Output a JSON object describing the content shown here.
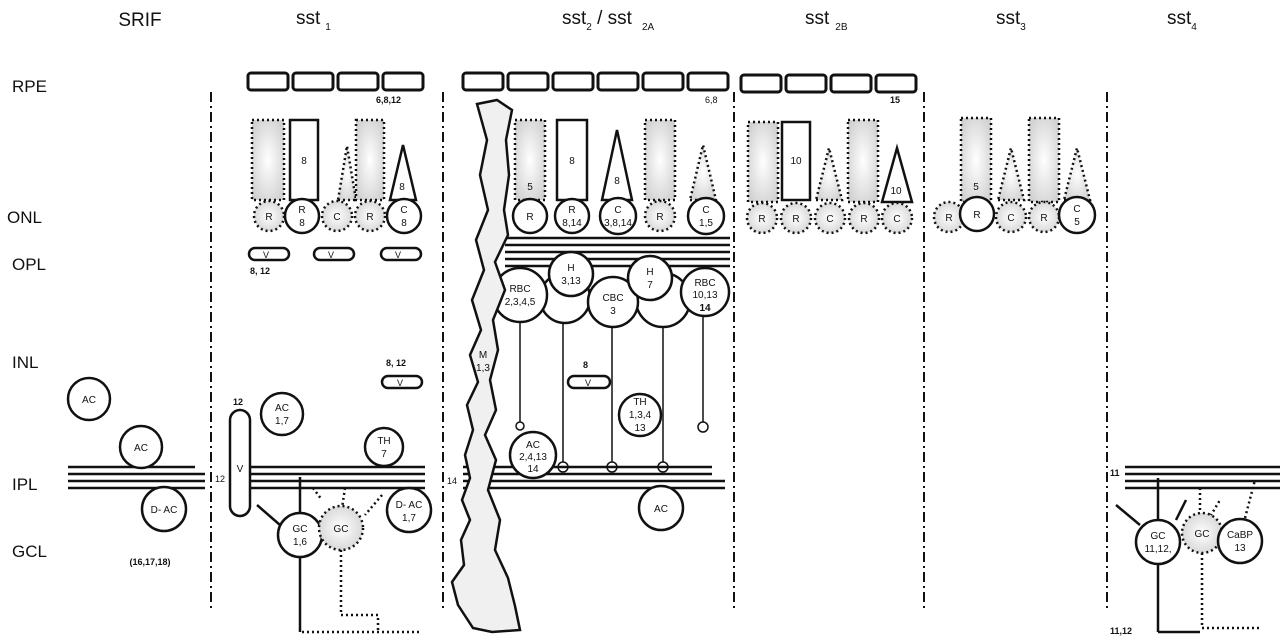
{
  "columns": {
    "srif": "SRIF",
    "sst1": "sst",
    "sst1_sub": "1",
    "sst2": "sst",
    "sst2_sub": "2",
    "sst2_mid": " / sst",
    "sst2a_sub": "2A",
    "sst2b": "sst",
    "sst2b_sub": "2B",
    "sst3": "sst",
    "sst3_sub": "3",
    "sst4": "sst",
    "sst4_sub": "4"
  },
  "layers": {
    "rpe": "RPE",
    "onl": "ONL",
    "opl": "OPL",
    "inl": "INL",
    "ipl": "IPL",
    "gcl": "GCL"
  },
  "srif": {
    "ac1": "AC",
    "ac2": "AC",
    "dac": "D- AC",
    "refs": "(16,17,18)"
  },
  "sst1": {
    "rpe_refs": "6,8,12",
    "rod_outer": "8",
    "cone_outer": "8",
    "r1": "R",
    "r2": "R",
    "r2_ref": "8",
    "c1": "C",
    "r3": "R",
    "c2": "C",
    "c2_ref": "8",
    "v": "V",
    "vessel_refs": "8, 12",
    "inl_vessel_refs": "8, 12",
    "v_top_ref": "12",
    "v_side_ref": "12",
    "ac": "AC",
    "ac_refs": "1,7",
    "th": "TH",
    "th_ref": "7",
    "gc": "GC",
    "gc_refs": "1,6",
    "gc2": "GC",
    "dac": "D- AC",
    "dac_refs": "1,7"
  },
  "sst2": {
    "rpe_refs": "6,8",
    "rod_ref": "5",
    "rod_outer": "8",
    "cone_outer": "8",
    "r1": "R",
    "r2": "R",
    "r2_refs": "8,14",
    "c1": "C",
    "c1_refs": "3,8,14",
    "r3": "R",
    "c2": "C",
    "c2_refs": "1,5",
    "rbc1": "RBC",
    "rbc1_refs": "2,3,4,5",
    "h1": "H",
    "h1_refs": "3,13",
    "cbc": "CBC",
    "cbc_ref": "3",
    "h2": "H",
    "h2_ref": "7",
    "rbc2": "RBC",
    "rbc2_refs": "10,13",
    "rbc2_ref2": "14",
    "m": "M",
    "m_refs": "1,3",
    "v_ref": "8",
    "v": "V",
    "th": "TH",
    "th_refs": "1,3,4",
    "th_ref2": "13",
    "ac": "AC",
    "ac_refs": "2,4,13",
    "ac_ref2": "14",
    "ipl_ref": "14",
    "ac_low": "AC"
  },
  "sst2b": {
    "rpe_ref": "15",
    "rod_outer": "10",
    "cone_outer": "10",
    "r1": "R",
    "r2": "R",
    "c1": "C",
    "r3": "R",
    "c2": "C"
  },
  "sst3": {
    "rod_ref": "5",
    "r1": "R",
    "r2": "R",
    "c1": "C",
    "r3": "R",
    "c2": "C",
    "c2_ref": "5"
  },
  "sst4": {
    "ipl_ref": "11",
    "gc": "GC",
    "gc_refs": "11,12,",
    "gc2": "GC",
    "cabp": "CaBP",
    "cabp_ref": "13",
    "axon_refs": "11,12"
  }
}
